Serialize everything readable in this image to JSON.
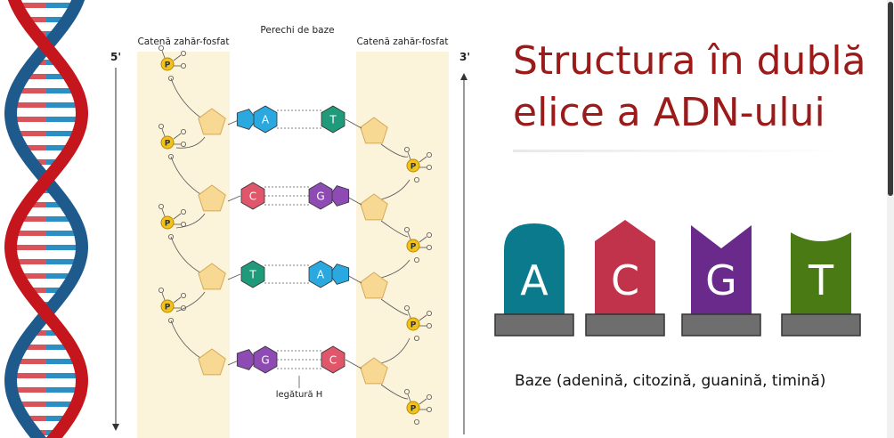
{
  "title_line1": "Structura în dublă",
  "title_line2": "elice a ADN-ului",
  "diagram": {
    "header_center": "Perechi de baze",
    "header_left": "Catenă zahăr-fosfat",
    "header_right": "Catenă zahăr-fosfat",
    "label_5prime": "5'",
    "label_3prime": "3'",
    "h_bond_label": "legătură H",
    "phosphate_label": "P",
    "pairs": [
      {
        "left": "A",
        "right": "T"
      },
      {
        "left": "C",
        "right": "G"
      },
      {
        "left": "T",
        "right": "A"
      },
      {
        "left": "G",
        "right": "C"
      }
    ]
  },
  "bases": [
    {
      "letter": "A",
      "color": "#0a7a8c"
    },
    {
      "letter": "C",
      "color": "#c0334a"
    },
    {
      "letter": "G",
      "color": "#6a2a8c"
    },
    {
      "letter": "T",
      "color": "#4a7a14"
    }
  ],
  "caption": "Baze (adenină, citozină, guanină, timină)",
  "colors": {
    "A": "#29a9e0",
    "T": "#1f9a7a",
    "C": "#e0566a",
    "G": "#8e4bb3",
    "sugar": "#f7d993",
    "phosphate": "#f2c21c",
    "strand_band": "#fbf3da",
    "helix_red": "#c4161c",
    "helix_blue": "#1e5a8c"
  }
}
